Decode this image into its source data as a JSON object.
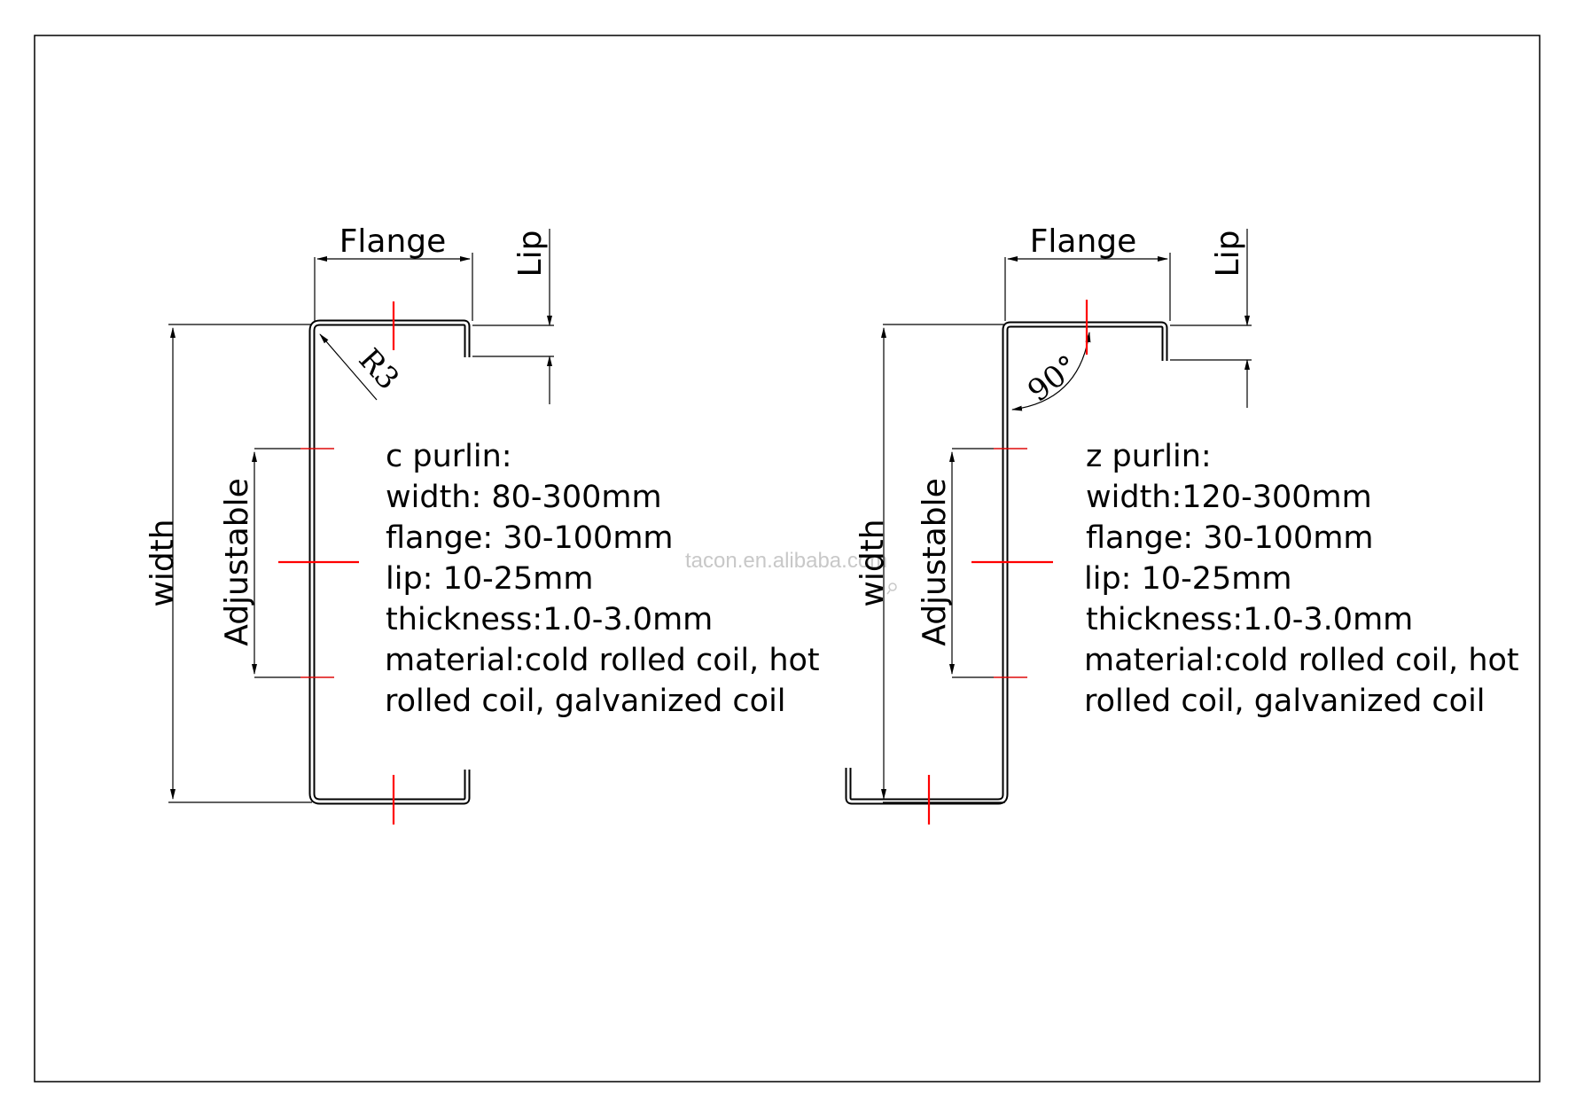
{
  "watermark": "tacon.en.alibaba.com",
  "c_purlin": {
    "flange_label": "Flange",
    "lip_label": "Lip",
    "width_label": "width",
    "adjustable_label": "Adjustable",
    "radius_label": "R3",
    "specs": [
      "c purlin:",
      "width: 80-300mm",
      "flange: 30-100mm",
      "lip: 10-25mm",
      "thickness:1.0-3.0mm",
      "material:cold rolled coil, hot",
      "rolled coil, galvanized coil"
    ]
  },
  "z_purlin": {
    "flange_label": "Flange",
    "lip_label": "Lip",
    "width_label": "width",
    "adjustable_label": "Adjustable",
    "angle_label": "90°",
    "specs": [
      "z purlin:",
      "width:120-300mm",
      "flange: 30-100mm",
      "lip: 10-25mm",
      "thickness:1.0-3.0mm",
      "material:cold rolled coil, hot",
      "rolled coil, galvanized coil"
    ]
  },
  "colors": {
    "outline": "#000000",
    "center_mark": "#ff0000",
    "watermark": "#c8c8c8"
  }
}
